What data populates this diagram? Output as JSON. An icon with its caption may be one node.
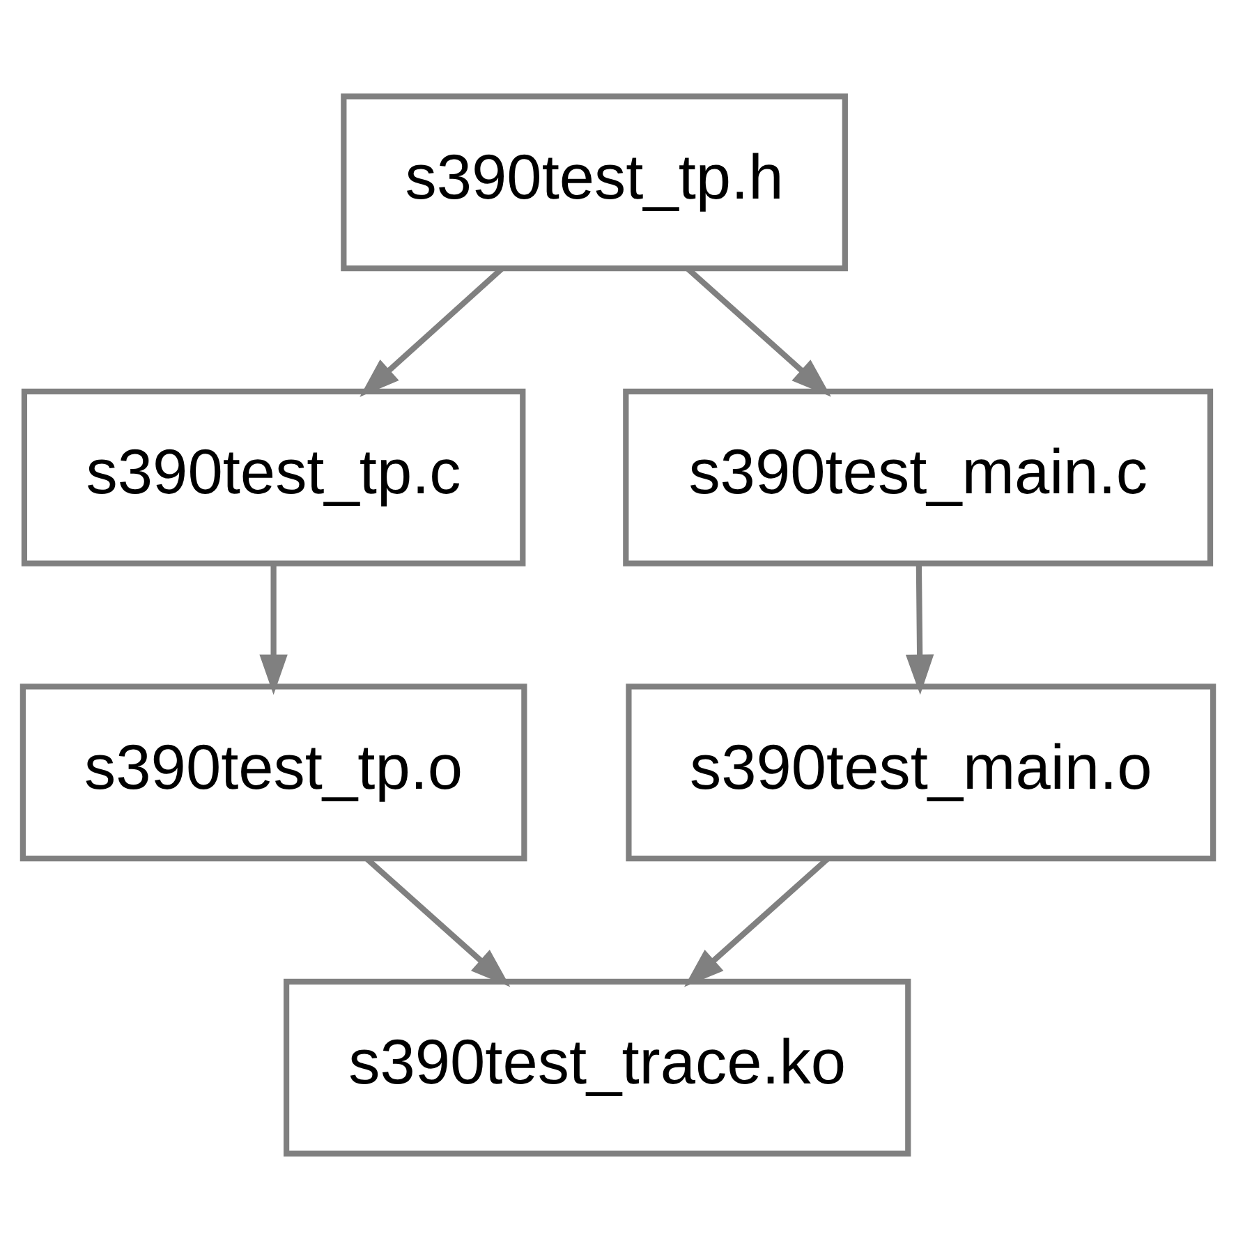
{
  "diagram": {
    "nodes": [
      {
        "text": [
          "s390test_tp.h"
        ]
      },
      {
        "text": [
          "s390test_tp.c"
        ]
      },
      {
        "text": [
          "s390test_main.c"
        ]
      },
      {
        "text": [
          "s390test_tp.o"
        ]
      },
      {
        "text": [
          "s390test_main.o"
        ]
      },
      {
        "text": [
          "s390test_trace.ko"
        ]
      }
    ],
    "edges": [
      {
        "from": 0,
        "to": 1,
        "arrow": "to"
      },
      {
        "from": 0,
        "to": 2,
        "arrow": "to"
      },
      {
        "from": 1,
        "to": 3,
        "arrow": "to"
      },
      {
        "from": 2,
        "to": 4,
        "arrow": "to"
      },
      {
        "from": 3,
        "to": 5,
        "arrow": "to"
      },
      {
        "from": 4,
        "to": 5,
        "arrow": "to"
      }
    ]
  }
}
